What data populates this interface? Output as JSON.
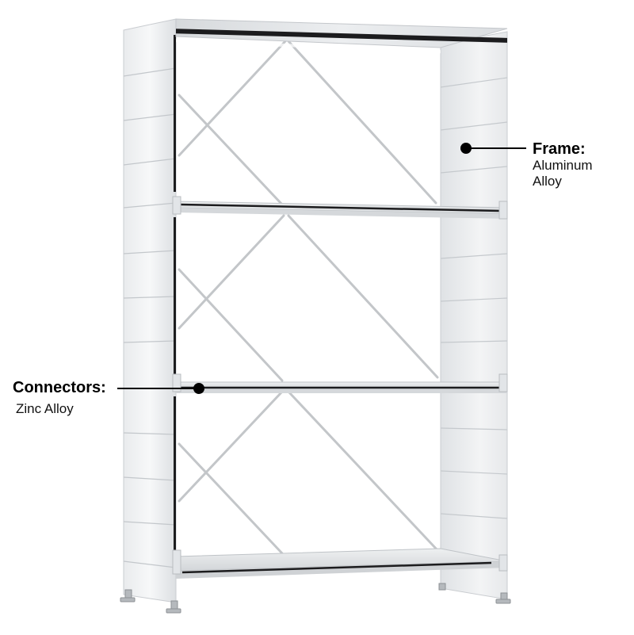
{
  "annotations": {
    "frame": {
      "title": "Frame:",
      "material": "Aluminum\nAlloy"
    },
    "connectors": {
      "title": "Connectors:",
      "material": "Zinc Alloy"
    }
  },
  "colors": {
    "aluminum_light": "#f4f5f6",
    "aluminum_mid": "#d9dcdf",
    "aluminum_dark": "#b6babe",
    "rod": "#c2c5c8",
    "slot": "#1c1c1e",
    "pointer": "#000000"
  }
}
